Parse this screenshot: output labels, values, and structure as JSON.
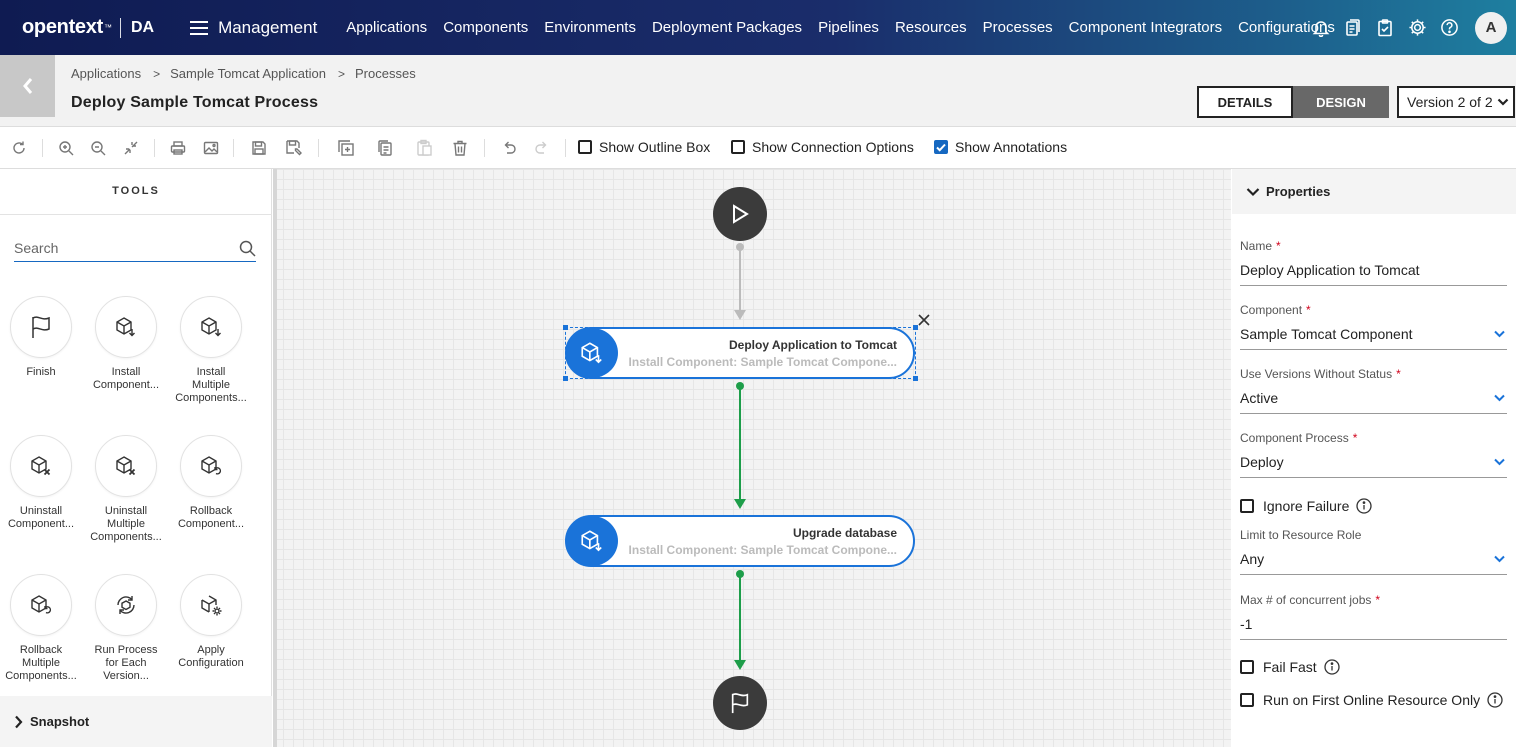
{
  "brand": {
    "name": "opentext",
    "tm": "™",
    "product": "DA"
  },
  "nav": {
    "section": "Management",
    "links": [
      "Applications",
      "Components",
      "Environments",
      "Deployment Packages",
      "Pipelines",
      "Resources",
      "Processes",
      "Component Integrators",
      "Configurations"
    ],
    "user_initial": "A"
  },
  "header": {
    "breadcrumb": [
      "Applications",
      "Sample Tomcat Application",
      "Processes"
    ],
    "title": "Deploy Sample Tomcat Process",
    "tabs": {
      "details": "DETAILS",
      "design": "DESIGN"
    },
    "version": "Version 2 of 2"
  },
  "toolbar": {
    "show_outline_box": {
      "label": "Show Outline Box",
      "checked": false
    },
    "show_connection_options": {
      "label": "Show Connection Options",
      "checked": false
    },
    "show_annotations": {
      "label": "Show Annotations",
      "checked": true
    }
  },
  "tools": {
    "title": "TOOLS",
    "search_placeholder": "Search",
    "items": [
      {
        "line1": "Finish",
        "line2": "",
        "line3": "",
        "icon": "flag-icon"
      },
      {
        "line1": "Install",
        "line2": "Component...",
        "line3": "",
        "icon": "install-icon"
      },
      {
        "line1": "Install",
        "line2": "Multiple",
        "line3": "Components...",
        "icon": "install-multiple-icon"
      },
      {
        "line1": "Uninstall",
        "line2": "Component...",
        "line3": "",
        "icon": "uninstall-icon"
      },
      {
        "line1": "Uninstall",
        "line2": "Multiple",
        "line3": "Components...",
        "icon": "uninstall-multiple-icon"
      },
      {
        "line1": "Rollback",
        "line2": "Component...",
        "line3": "",
        "icon": "rollback-icon"
      },
      {
        "line1": "Rollback",
        "line2": "Multiple",
        "line3": "Components...",
        "icon": "rollback-multiple-icon"
      },
      {
        "line1": "Run Process",
        "line2": "for Each",
        "line3": "Version...",
        "icon": "run-process-icon"
      },
      {
        "line1": "Apply",
        "line2": "Configuration",
        "line3": "",
        "icon": "apply-configuration-icon"
      }
    ],
    "snapshot": "Snapshot"
  },
  "canvas": {
    "steps": [
      {
        "title": "Deploy Application to Tomcat",
        "subtitle": "Install Component: Sample Tomcat Compone..."
      },
      {
        "title": "Upgrade database",
        "subtitle": "Install Component: Sample Tomcat Compone..."
      }
    ]
  },
  "properties": {
    "heading": "Properties",
    "name": {
      "label": "Name",
      "value": "Deploy Application to Tomcat"
    },
    "component": {
      "label": "Component",
      "value": "Sample Tomcat Component"
    },
    "use_versions": {
      "label": "Use Versions Without Status",
      "value": "Active"
    },
    "component_process": {
      "label": "Component Process",
      "value": "Deploy"
    },
    "ignore_failure": {
      "label": "Ignore Failure",
      "checked": false
    },
    "limit_role": {
      "label": "Limit to Resource Role",
      "value": "Any"
    },
    "max_jobs": {
      "label": "Max # of concurrent jobs",
      "value": "-1"
    },
    "fail_fast": {
      "label": "Fail Fast",
      "checked": false
    },
    "run_first_online": {
      "label": "Run on First Online Resource Only",
      "checked": false
    }
  },
  "colors": {
    "accent": "#1a73d9",
    "nav_start": "#0f1b52",
    "nav_end": "#1e7fa0",
    "success_line": "#1e9e4a"
  }
}
